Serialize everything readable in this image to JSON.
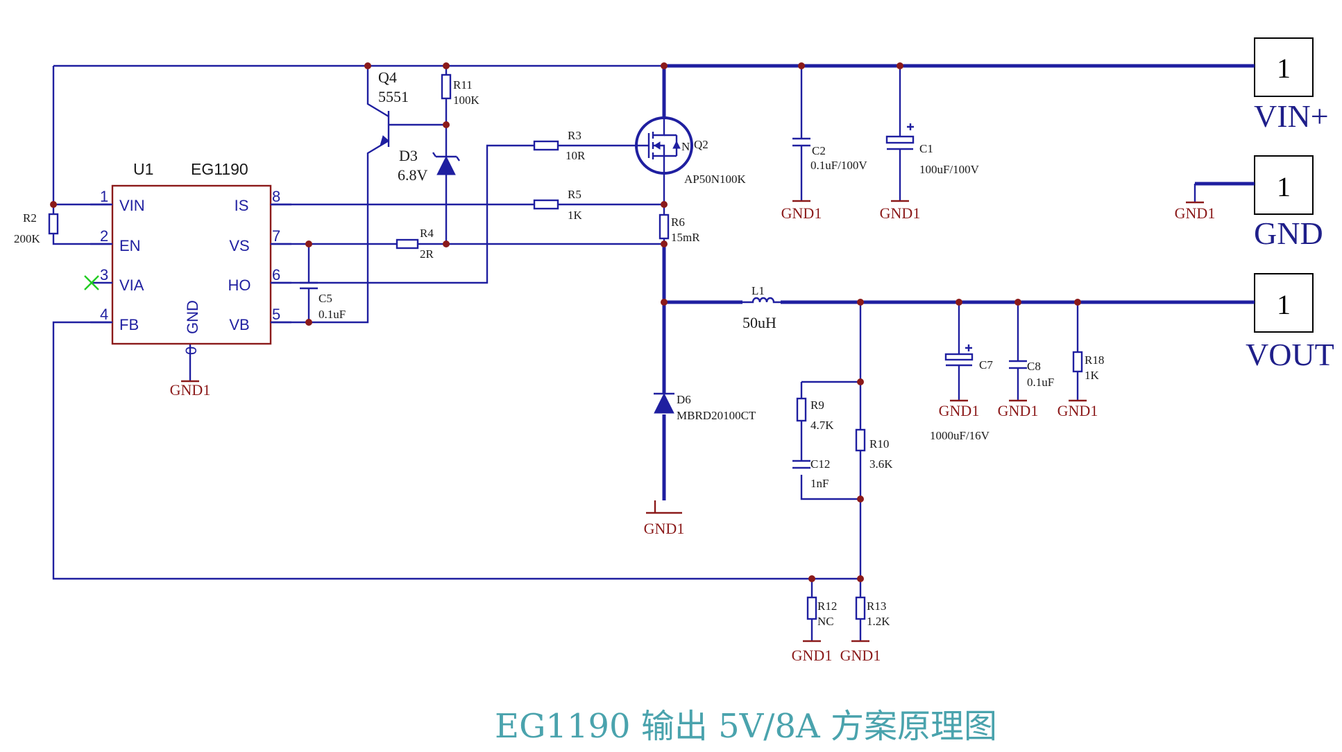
{
  "title": "EG1190 输出 5V/8A 方案原理图",
  "ic": {
    "ref": "U1",
    "part": "EG1190",
    "pins_left": [
      {
        "num": "1",
        "name": "VIN"
      },
      {
        "num": "2",
        "name": "EN"
      },
      {
        "num": "3",
        "name": "VIA"
      },
      {
        "num": "4",
        "name": "FB"
      }
    ],
    "pins_right": [
      {
        "num": "8",
        "name": "IS"
      },
      {
        "num": "7",
        "name": "VS"
      },
      {
        "num": "6",
        "name": "HO"
      },
      {
        "num": "5",
        "name": "VB"
      }
    ],
    "gnd_label": "GND",
    "gnd_num": "0"
  },
  "components": {
    "q4": {
      "ref": "Q4",
      "value": "5551"
    },
    "r11": {
      "ref": "R11",
      "value": "100K"
    },
    "d3": {
      "ref": "D3",
      "value": "6.8V"
    },
    "r3": {
      "ref": "R3",
      "value": "10R"
    },
    "r5": {
      "ref": "R5",
      "value": "1K"
    },
    "r4": {
      "ref": "R4",
      "value": "2R"
    },
    "r2": {
      "ref": "R2",
      "value": "200K"
    },
    "c5": {
      "ref": "C5",
      "value": "0.1uF"
    },
    "q2": {
      "ref": "Q2",
      "value": "AP50N100K",
      "type_mark": "N"
    },
    "r6": {
      "ref": "R6",
      "value": "15mR"
    },
    "c2": {
      "ref": "C2",
      "value": "0.1uF/100V"
    },
    "c1": {
      "ref": "C1",
      "value": "100uF/100V"
    },
    "l1": {
      "ref": "L1",
      "value": "50uH"
    },
    "d6": {
      "ref": "D6",
      "value": "MBRD20100CT"
    },
    "c7": {
      "ref": "C7",
      "value": "1000uF/16V"
    },
    "c8": {
      "ref": "C8",
      "value": "0.1uF"
    },
    "r18": {
      "ref": "R18",
      "value": "1K"
    },
    "r9": {
      "ref": "R9",
      "value": "4.7K"
    },
    "c12": {
      "ref": "C12",
      "value": "1nF"
    },
    "r10": {
      "ref": "R10",
      "value": "3.6K"
    },
    "r12": {
      "ref": "R12",
      "value": "NC"
    },
    "r13": {
      "ref": "R13",
      "value": "1.2K"
    }
  },
  "ground_label": "GND1",
  "connectors": [
    {
      "pin": "1",
      "label": "VIN+"
    },
    {
      "pin": "1",
      "label": "GND"
    },
    {
      "pin": "1",
      "label": "VOUT"
    }
  ],
  "colors": {
    "wire": "#1f1fa0",
    "ground": "#8b1a1a",
    "junction": "#8b1a1a",
    "title": "#4aa3ad",
    "no_connect": "#22cc22"
  }
}
